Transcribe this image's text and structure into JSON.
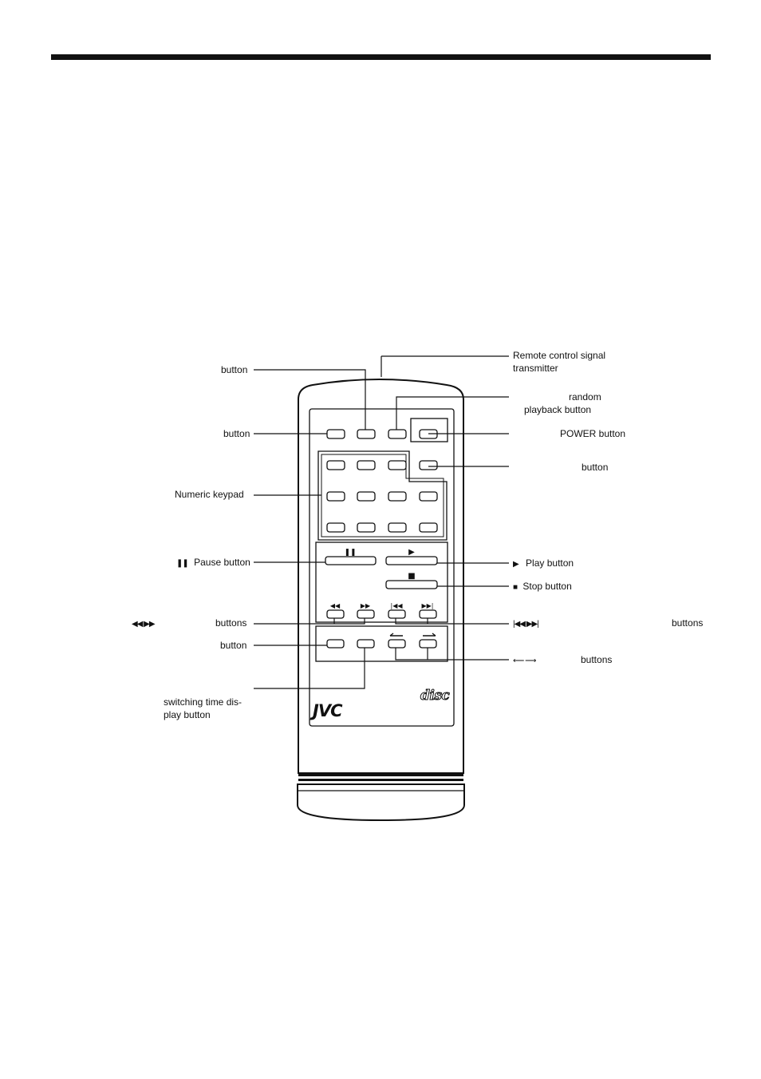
{
  "labels": {
    "button_a": "button",
    "button_b": "button",
    "numeric_keypad": "Numeric keypad",
    "pause_glyph": "❚❚",
    "pause": "Pause button",
    "rew_ff_glyph": "◀◀ ▶▶",
    "rew_ff": "buttons",
    "button_c": "button",
    "time_display_line1": "switching time dis-",
    "time_display_line2": "play button",
    "transmitter_line1": "Remote  control  signal",
    "transmitter_line2": "transmitter",
    "random_line1": "random",
    "random_line2": "playback button",
    "power": "POWER button",
    "button_d": "button",
    "play_glyph": "▶",
    "play": "Play button",
    "stop_glyph": "■",
    "stop": "Stop button",
    "skip_glyph": "|◀◀ ▶▶|",
    "skip": "buttons",
    "arrows_glyph": "⟵  ⟶",
    "arrows": "buttons"
  },
  "remote": {
    "brand": "JVC",
    "disc_logo": "disc",
    "pause_key": "❚❚",
    "play_key": "▶",
    "stop_key": "■",
    "rew_key": "◀◀",
    "ff_key": "▶▶",
    "prev_key": "|◀◀",
    "next_key": "▶▶|"
  }
}
